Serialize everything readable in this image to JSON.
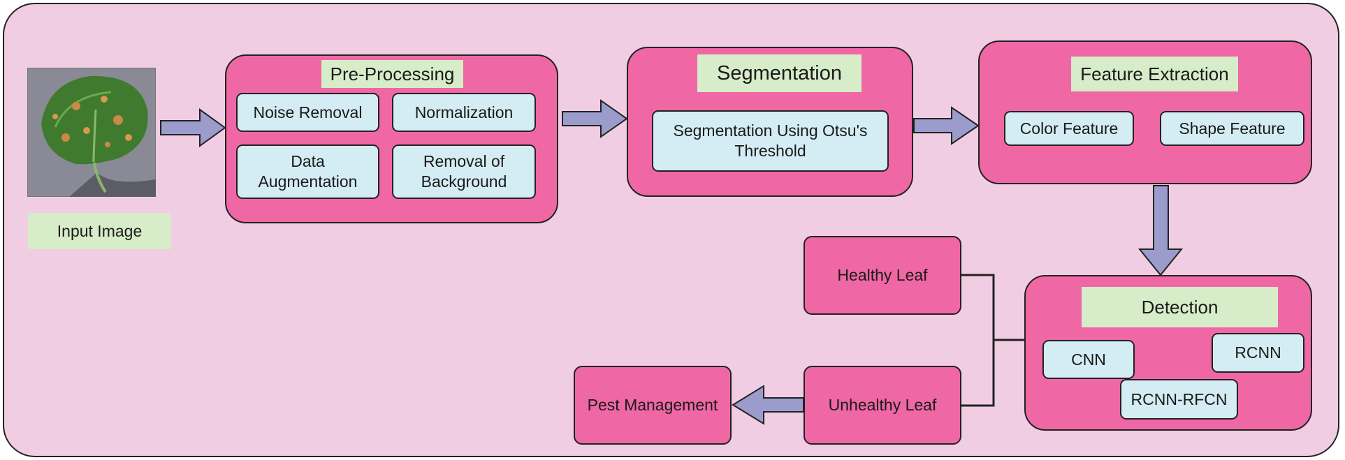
{
  "input": {
    "label": "Input Image"
  },
  "preprocessing": {
    "title": "Pre-Processing",
    "items": [
      "Noise Removal",
      "Normalization",
      "Data Augmentation",
      "Removal of Background"
    ]
  },
  "segmentation": {
    "title": "Segmentation",
    "items": [
      "Segmentation Using Otsu's Threshold"
    ]
  },
  "feature_extraction": {
    "title": "Feature Extraction",
    "items": [
      "Color Feature",
      "Shape Feature"
    ]
  },
  "detection": {
    "title": "Detection",
    "items": [
      "CNN",
      "RCNN",
      "RCNN-RFCN"
    ]
  },
  "outcomes": {
    "healthy": "Healthy Leaf",
    "unhealthy": "Unhealthy Leaf",
    "pest": "Pest Management"
  },
  "colors": {
    "background": "#f0cde3",
    "stage_box": "#ef67a4",
    "title_box": "#d7ecc9",
    "item_box": "#d4ecf3",
    "arrow": "#9b9ccc"
  }
}
